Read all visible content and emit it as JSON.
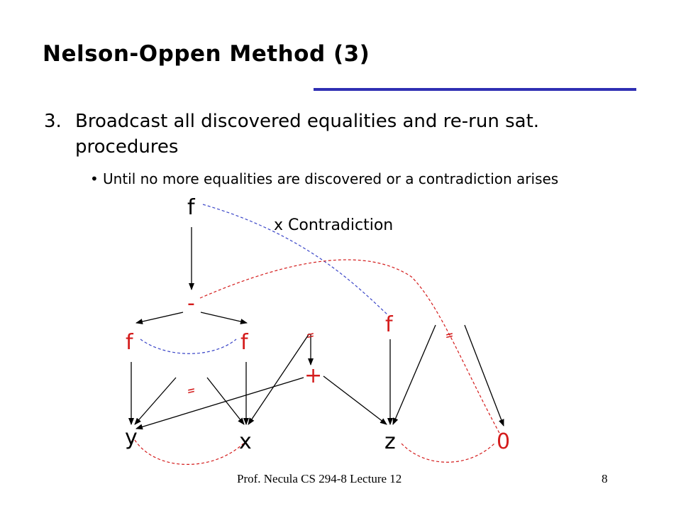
{
  "slide": {
    "title": "Nelson-Oppen Method (3)",
    "bullet1_number": "3.",
    "bullet1_text": "Broadcast all discovered equalities and re-run sat. procedures",
    "bullet2_marker": "•",
    "bullet2_text": "Until no more equalities are discovered or a contradiction arises",
    "contradiction_label": "x Contradiction",
    "footer": "Prof. Necula  CS 294-8  Lecture 12",
    "page_number": "8"
  },
  "graph": {
    "nodes": {
      "f_top": "f",
      "minus": "-",
      "f_left": "f",
      "f_mid": "f",
      "f_right_mid": "f",
      "mark_a": "ٍ",
      "mark_b": "ٍ",
      "mark_c": "ٍ",
      "plus": "+",
      "y": "y",
      "x": "x",
      "z": "z",
      "zero": "0"
    }
  },
  "colors": {
    "rule": "#2f2fb3",
    "equality_blue": "#3b46c8",
    "equality_red": "#d41c1c",
    "text": "#000000"
  }
}
